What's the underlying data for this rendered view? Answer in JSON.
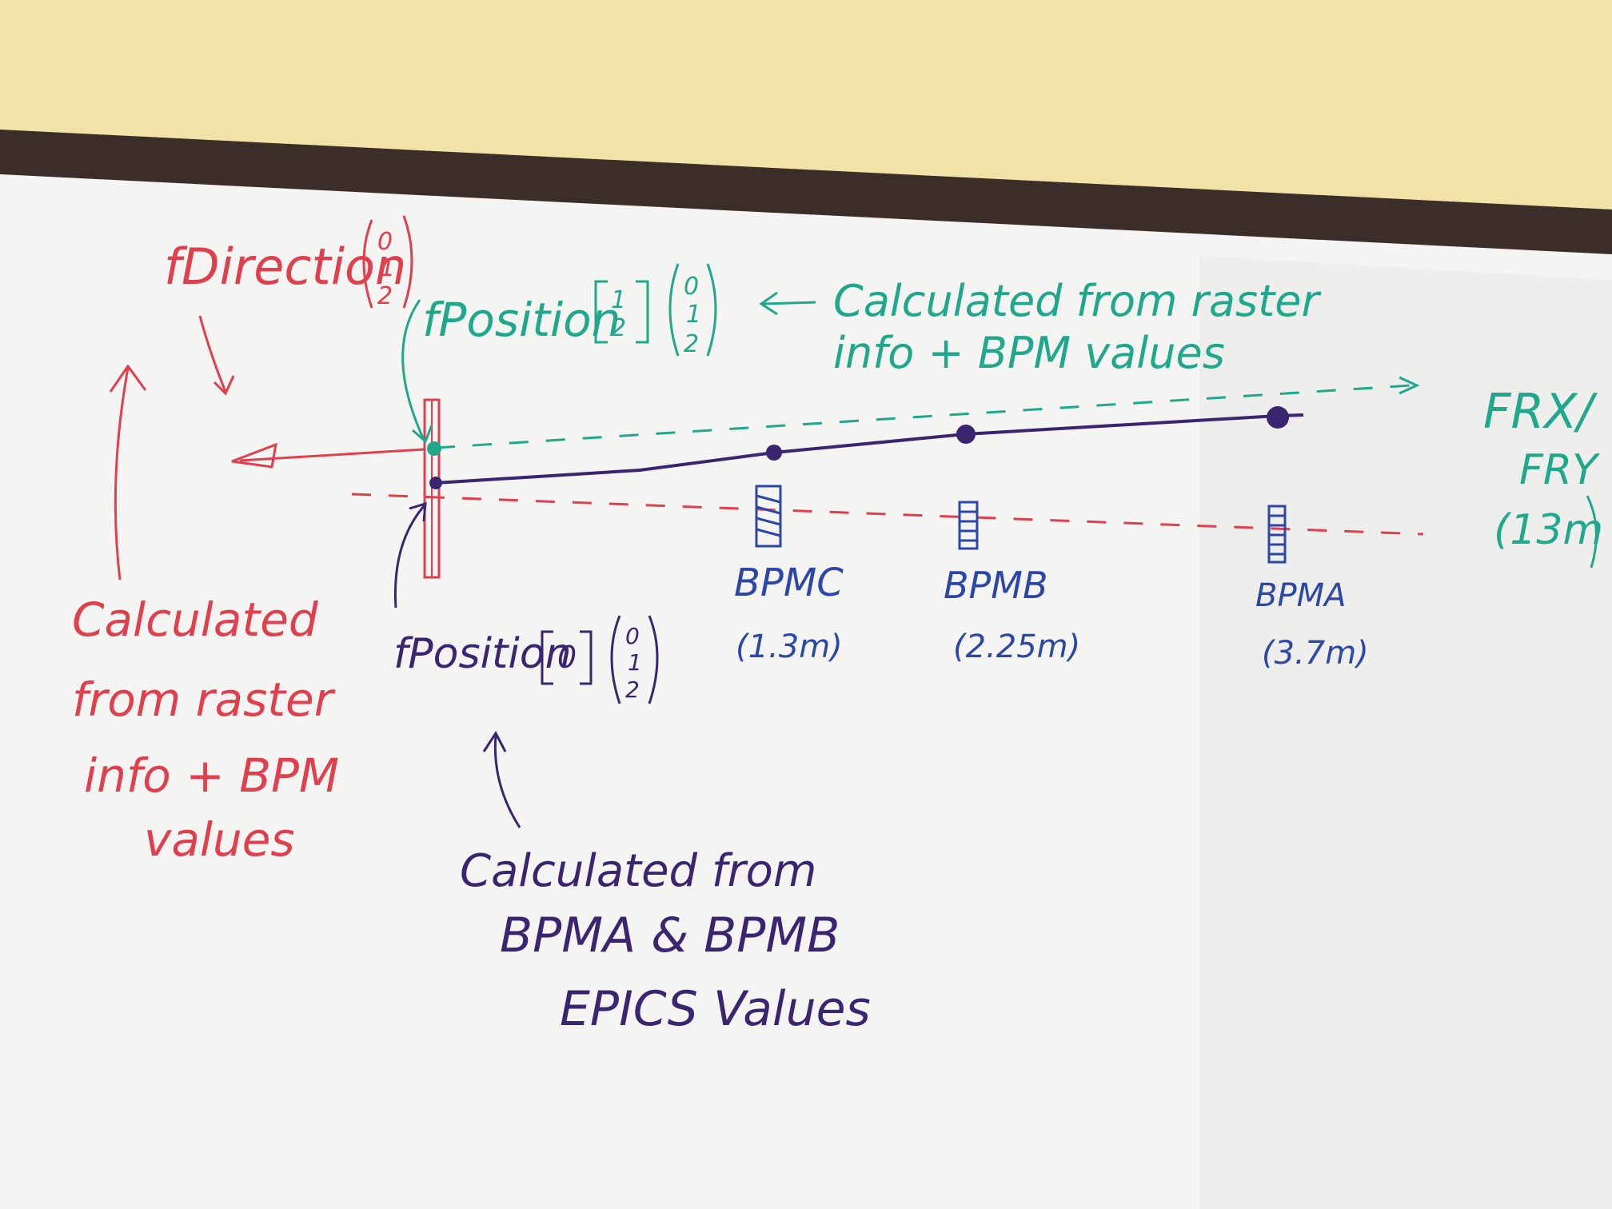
{
  "colors": {
    "red": "#e0404e",
    "green": "#1fa88b",
    "purple": "#3a2670",
    "blue": "#2c47a8",
    "wall": "#f1e3a8",
    "frame": "#3b2e28",
    "board": "#f4f4f2"
  },
  "labels": {
    "fdirection_name": "fDirection",
    "fdirection_vec": [
      "0",
      "1",
      "2"
    ],
    "fposition12_name": "fPosition",
    "fposition12_index": [
      "1",
      "2"
    ],
    "fposition12_vec": [
      "0",
      "1",
      "2"
    ],
    "fposition0_name": "fPosition",
    "fposition0_index": "0",
    "fposition0_vec": [
      "0",
      "1",
      "2"
    ],
    "calc_raster_green": [
      "Calculated from raster",
      "info + BPM values"
    ],
    "calc_raster_red": [
      "Calculated",
      "from raster",
      "info + BPM",
      "values"
    ],
    "calc_epics": [
      "Calculated from",
      "BPMA & BPMB",
      "EPICS Values"
    ],
    "frx": "FRX/",
    "fry": "FRY",
    "fr_dist": "(13m"
  },
  "bpms": [
    {
      "name": "BPMC",
      "dist": "(1.3m)"
    },
    {
      "name": "BPMB",
      "dist": "(2.25m)"
    },
    {
      "name": "BPMA",
      "dist": "(3.7m)"
    }
  ]
}
